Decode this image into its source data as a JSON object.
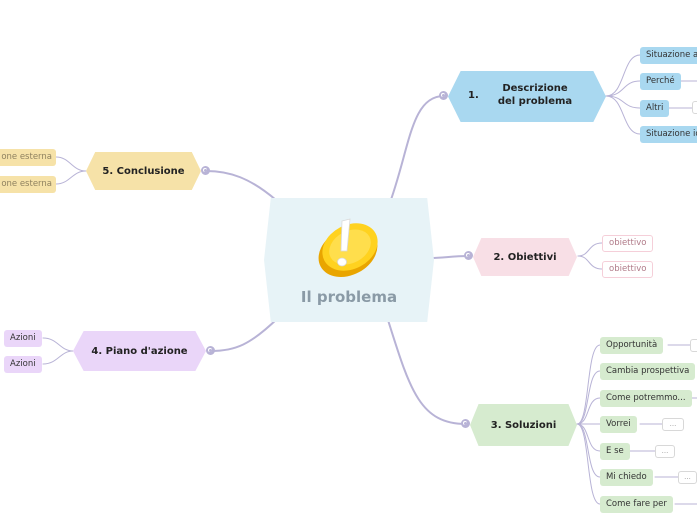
{
  "central": {
    "title": "Il problema",
    "icon": "exclamation-icon"
  },
  "colors": {
    "branch_line": "#b8b3d6",
    "blue": "#a9d8f0",
    "pink": "#f8dfe6",
    "green": "#d6ebcf",
    "purple": "#ead6f9",
    "yellow": "#f6e2a8",
    "central_bg": "#e7f3f7"
  },
  "branches": {
    "descrizione": {
      "number": "1.",
      "label": "Descrizione del problema",
      "items": [
        "Situazione a",
        "Perché",
        "Altri",
        "Situazione id"
      ]
    },
    "obiettivi": {
      "label": "2. Obiettivi",
      "items": [
        "obiettivo",
        "obiettivo"
      ]
    },
    "soluzioni": {
      "label": "3. Soluzioni",
      "items": [
        "Opportunità",
        "Cambia prospettiva",
        "Come potremmo...",
        "Vorrei",
        "E se",
        "Mi chiedo",
        "Come fare per"
      ],
      "stub_text": "..."
    },
    "piano": {
      "label": "4. Piano d'azione",
      "items": [
        "Azioni",
        "Azioni"
      ]
    },
    "conclusione": {
      "label": "5. Conclusione",
      "items": [
        "one esterna",
        "one esterna"
      ]
    }
  }
}
